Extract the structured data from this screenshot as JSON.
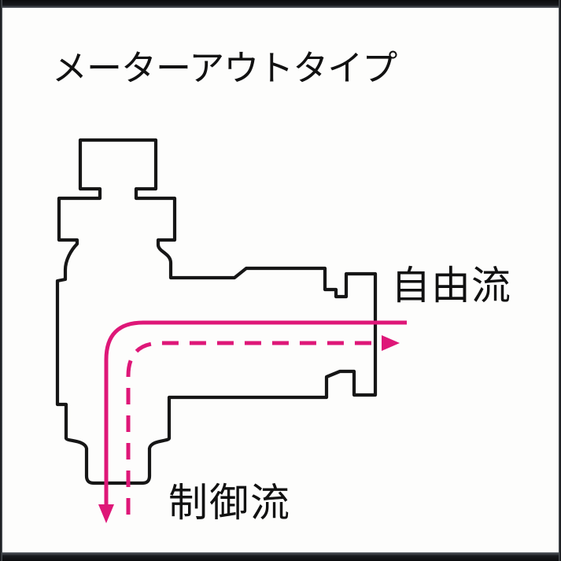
{
  "title": "メーターアウトタイプ",
  "colors": {
    "background": "#fdfdfc",
    "outline": "#161616",
    "flow": "#de1778",
    "frame": "#0b0c0e",
    "text": "#111111"
  },
  "diagram": {
    "free_flow": {
      "label": "自由流",
      "line_style": "solid",
      "arrow_direction": "down"
    },
    "controlled_flow": {
      "label": "制御流",
      "line_style": "dashed",
      "arrow_direction": "right"
    }
  }
}
